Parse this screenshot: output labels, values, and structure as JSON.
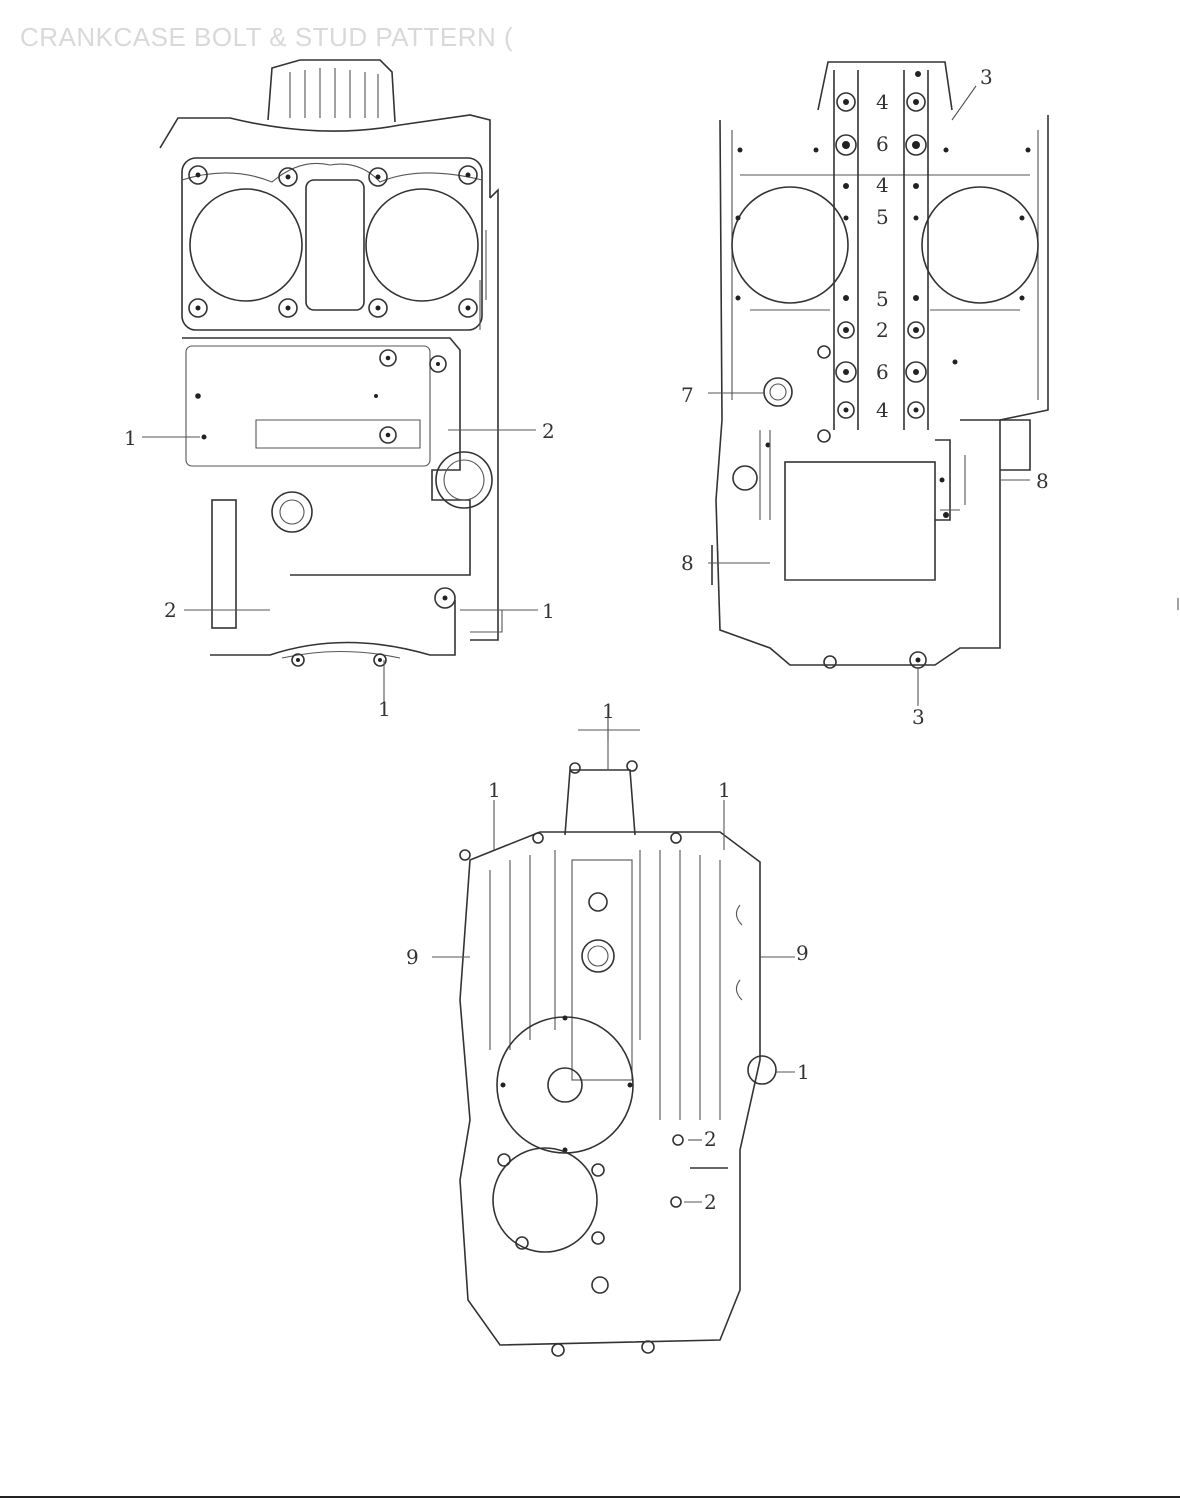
{
  "header": {
    "title": "CRANKCASE BOLT & STUD PATTERN ("
  },
  "diagram": {
    "upper_left": {
      "callouts": [
        "1",
        "2",
        "2",
        "1",
        "1"
      ]
    },
    "upper_right": {
      "callouts": [
        "3",
        "4",
        "6",
        "4",
        "5",
        "5",
        "2",
        "6",
        "4",
        "7",
        "8",
        "8",
        "3"
      ]
    },
    "lower": {
      "callouts": [
        "1",
        "1",
        "1",
        "9",
        "9",
        "1",
        "2",
        "2"
      ]
    }
  }
}
